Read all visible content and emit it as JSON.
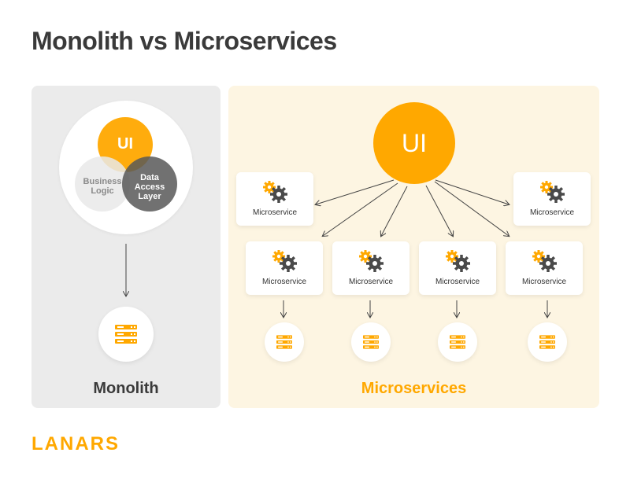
{
  "title": "Monolith vs Microservices",
  "monolith": {
    "ui_label": "UI",
    "business_logic": [
      "Business",
      "Logic"
    ],
    "data_access": [
      "Data",
      "Access",
      "Layer"
    ],
    "label": "Monolith"
  },
  "microservices": {
    "ui_label": "UI",
    "service_label": "Microservice",
    "label": "Microservices"
  },
  "logo": "LANARS",
  "colors": {
    "accent": "#ffa800",
    "dark": "#3a3a3a",
    "panel_left": "#ebebeb",
    "panel_right": "#fdf5e2"
  },
  "icons": {
    "service": "gears-icon",
    "database": "server-icon"
  }
}
